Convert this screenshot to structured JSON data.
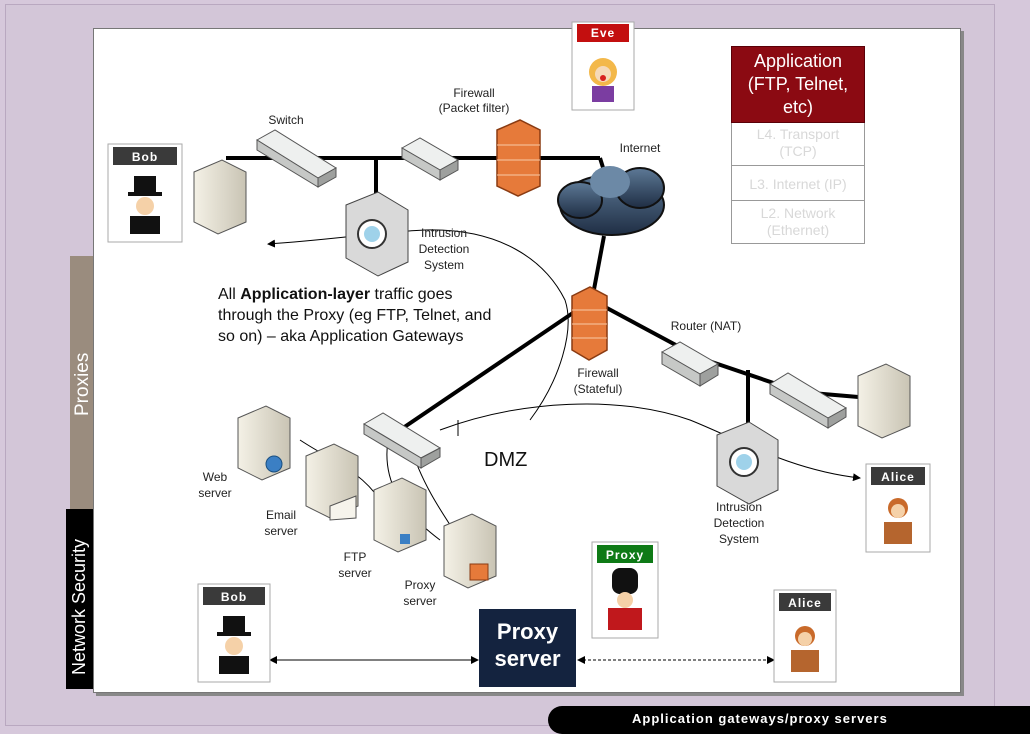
{
  "sidebar": {
    "primary": "Network Security",
    "secondary": "Proxies"
  },
  "footer": {
    "title": "Application gateways/proxy servers"
  },
  "stack": {
    "app_lines": [
      "Application",
      "(FTP, Telnet,",
      "etc)"
    ],
    "layers": [
      "L4. Transport (TCP)",
      "L3. Internet (IP)",
      "L2. Network (Ethernet)"
    ]
  },
  "note": {
    "prefix": "All ",
    "bold": "Application-layer",
    "rest": " traffic goes through the Proxy (eg FTP, Telnet, and so on) – aka Application Gateways"
  },
  "labels": {
    "switch": "Switch",
    "firewall_top": [
      "Firewall",
      "(Packet filter)"
    ],
    "internet": "Internet",
    "ids_top": [
      "Intrusion",
      "Detection",
      "System"
    ],
    "router": "Router (NAT)",
    "firewall_mid": [
      "Firewall",
      "(Stateful)"
    ],
    "dmz": "DMZ",
    "web_server": [
      "Web",
      "server"
    ],
    "email_server": [
      "Email",
      "server"
    ],
    "ftp_server": [
      "FTP",
      "server"
    ],
    "proxy_server_small": [
      "Proxy",
      "server"
    ],
    "ids_right": [
      "Intrusion",
      "Detection",
      "System"
    ],
    "proxy_box": [
      "Proxy",
      "server"
    ]
  },
  "people": {
    "eve": "Eve",
    "bob_top": "Bob",
    "alice_right": "Alice",
    "proxy": "Proxy",
    "bob_bottom": "Bob",
    "alice_bottom": "Alice"
  },
  "colors": {
    "accent": "#8b0a12",
    "proxy_green": "#0e7a16",
    "navy": "#14233f",
    "card_header": "#3a3a3a"
  }
}
